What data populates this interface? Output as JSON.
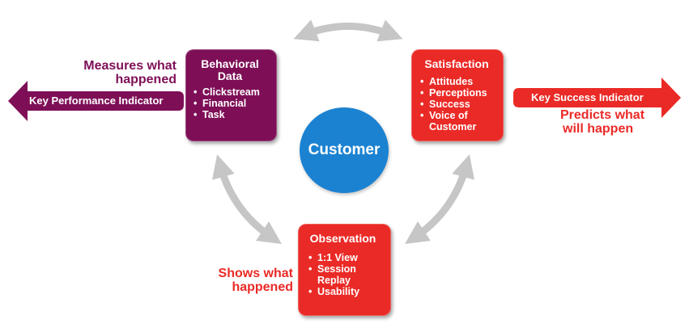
{
  "center": {
    "label": "Customer"
  },
  "behavioral": {
    "title_line1": "Behavioral",
    "title_line2": "Data",
    "items": [
      "Clickstream",
      "Financial",
      "Task"
    ]
  },
  "satisfaction": {
    "title": "Satisfaction",
    "items": [
      "Attitudes",
      "Perceptions",
      "Success",
      "Voice of",
      "Customer"
    ]
  },
  "observation": {
    "title": "Observation",
    "items": [
      "1:1 View",
      "Session",
      "Replay",
      "Usability"
    ]
  },
  "left_arrow": {
    "label": "Key Performance Indicator",
    "caption_line1": "Measures what",
    "caption_line2": "happened"
  },
  "right_arrow": {
    "label": "Key Success Indicator",
    "caption_line1": "Predicts what",
    "caption_line2": "will happen"
  },
  "bottom_caption": {
    "line1": "Shows what",
    "line2": "happened"
  },
  "colors": {
    "purple": "#7e0f57",
    "red": "#ea2a26",
    "blue": "#1b82d2",
    "gray": "#c6c6c6"
  }
}
